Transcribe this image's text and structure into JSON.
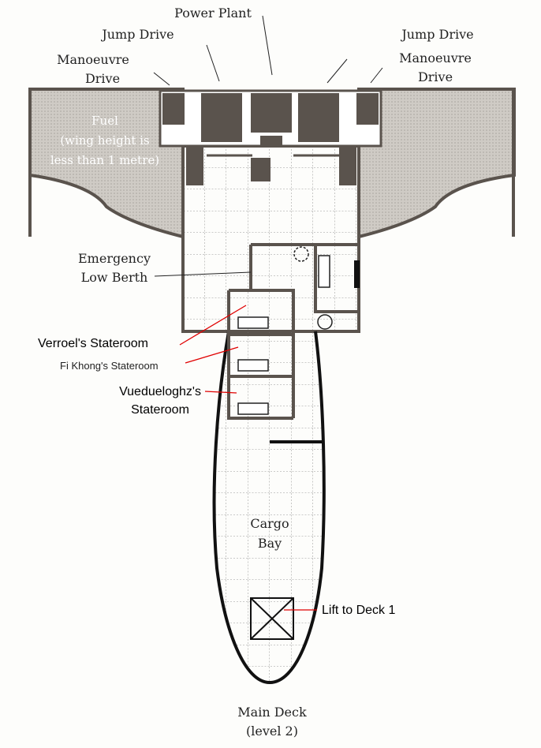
{
  "title": {
    "line1": "Main Deck",
    "line2": "(level 2)"
  },
  "labels": {
    "power_plant": "Power Plant",
    "jump_drive_left": "Jump Drive",
    "jump_drive_right": "Jump Drive",
    "manoeuvre_left": {
      "line1": "Manoeuvre",
      "line2": "Drive"
    },
    "manoeuvre_right": {
      "line1": "Manoeuvre",
      "line2": "Drive"
    },
    "fuel": {
      "line1": "Fuel",
      "line2": "(wing height is",
      "line3": "less than 1 metre)"
    },
    "low_berth": {
      "line1": "Emergency",
      "line2": "Low Berth"
    },
    "verroel": "Verroel's Stateroom",
    "fi_khong": "Fi Khong's Stateroom",
    "vuedueloghz": {
      "line1": "Vuedueloghz's",
      "line2": "Stateroom"
    },
    "cargo": {
      "line1": "Cargo",
      "line2": "Bay"
    },
    "lift": "Lift to Deck 1"
  },
  "colors": {
    "wall": "#5a534d",
    "fuel": "#c9c6c0",
    "annotation": "#e00000"
  }
}
